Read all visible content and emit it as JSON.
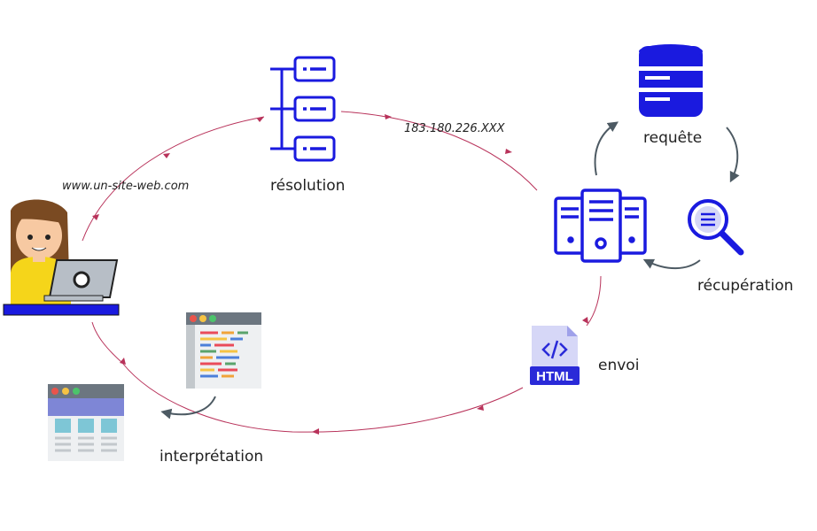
{
  "labels": {
    "url": "www.un-site-web.com",
    "ip": "183.180.226.XXX",
    "resolution": "résolution",
    "requete": "requête",
    "recuperation": "récupération",
    "envoi": "envoi",
    "interpretation": "interprétation",
    "html_badge": "HTML",
    "code_glyph": "</>"
  },
  "colors": {
    "cycle_arrow": "#b8325a",
    "sub_arrow": "#4d5a63",
    "icon_blue": "#1a1adf",
    "html_badge": "#2a2ad8",
    "html_doc": "#d6d7f7",
    "user_shirt": "#f5d51a",
    "user_hair": "#7a4a22",
    "skin": "#f7c9a2",
    "browser_bar": "#6c7680",
    "browser_header": "#7e86d6",
    "browser_tiles": "#7ec6d6"
  },
  "icons": [
    "user-laptop-icon",
    "dns-tree-icon",
    "database-icon",
    "server-icon",
    "magnifier-icon",
    "html-file-icon",
    "code-editor-icon",
    "browser-page-icon"
  ]
}
